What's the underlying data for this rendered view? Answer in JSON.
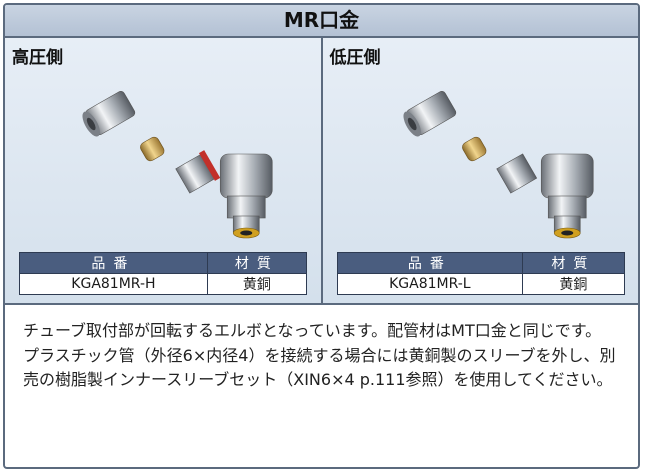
{
  "title": "MR口金",
  "panels": [
    {
      "heading": "高圧側",
      "headers": [
        "品番",
        "材質"
      ],
      "row": [
        "KGA81MR-H",
        "黄銅"
      ]
    },
    {
      "heading": "低圧側",
      "headers": [
        "品番",
        "材質"
      ],
      "row": [
        "KGA81MR-L",
        "黄銅"
      ]
    }
  ],
  "description": [
    "チューブ取付部が回転するエルボとなっています。配管材はMT口金と同じです。",
    "プラスチック管（外径6×内径4）を接続する場合には黄銅製のスリーブを外し、別売の樹脂製インナースリーブセット（XIN6×4 p.111参照）を使用してください。"
  ],
  "colors": {
    "border": "#5b6a7e",
    "title_bg": "#c0ccdb",
    "panel_bg": "#dde6f0",
    "table_header": "#4a5d7f",
    "ring_accent": "#d0a020"
  }
}
